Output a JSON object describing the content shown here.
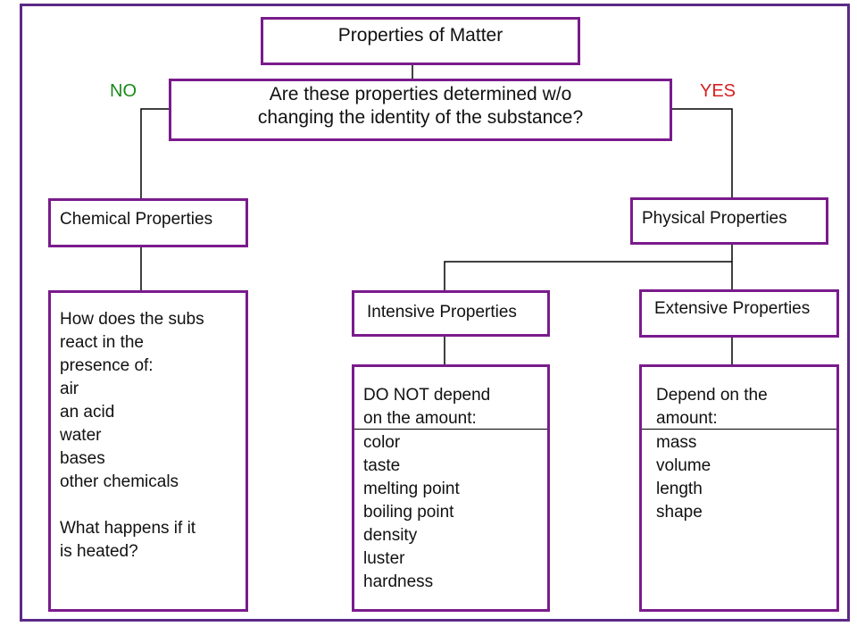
{
  "diagram": {
    "title": "Properties of Matter",
    "question": {
      "line1": "Are these properties determined w/o",
      "line2": "changing the identity of the substance?"
    },
    "branch_no": "NO",
    "branch_yes": "YES",
    "chemical": {
      "heading": "Chemical Properties",
      "lines": [
        "How does the subs",
        "react in the",
        "presence of:",
        "air",
        "an acid",
        "water",
        "bases",
        "other chemicals",
        "",
        "What happens if it",
        "is heated?"
      ]
    },
    "physical": {
      "heading": "Physical Properties"
    },
    "intensive": {
      "heading": "Intensive Properties",
      "header_lines": [
        "DO NOT depend",
        "on the amount:"
      ],
      "items": [
        "color",
        "taste",
        "melting point",
        "boiling point",
        "density",
        "luster",
        "hardness"
      ]
    },
    "extensive": {
      "heading": "Extensive Properties",
      "header_lines": [
        "Depend on the",
        "amount:"
      ],
      "items": [
        "mass",
        "volume",
        "length",
        "shape"
      ]
    },
    "colors": {
      "box_border": "#7a1b8c",
      "frame_border": "#5b2a86",
      "no": "#1a8a1a",
      "yes": "#d62020"
    }
  }
}
